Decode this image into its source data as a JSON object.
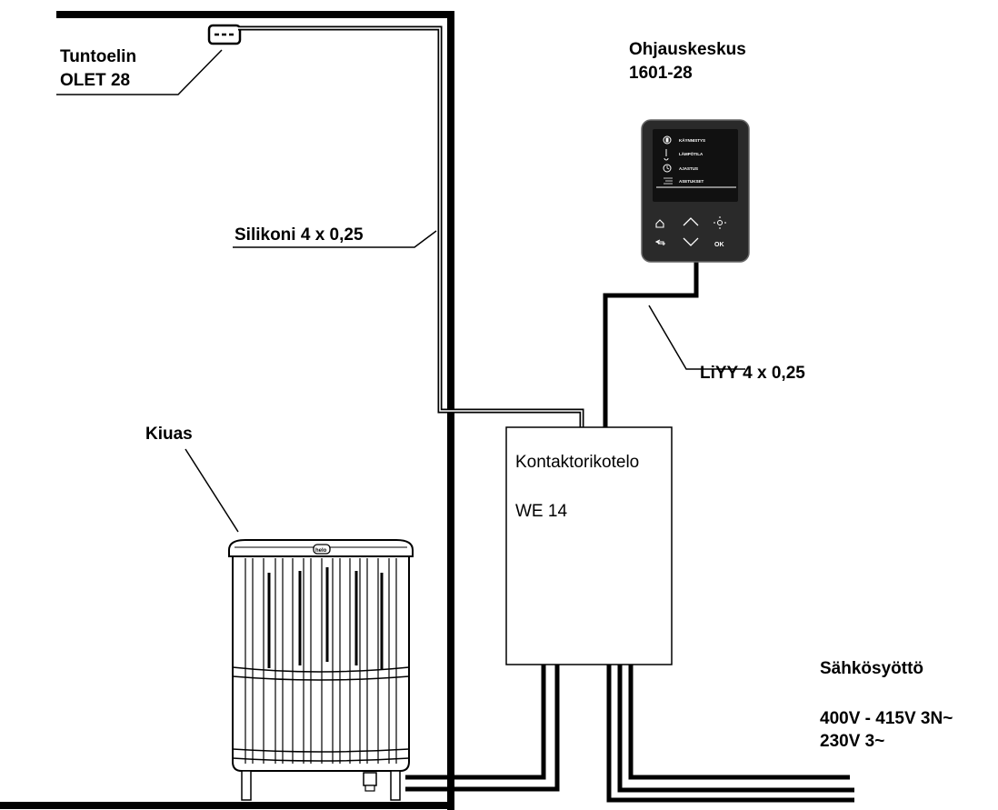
{
  "labels": {
    "sensor_line1": "Tuntoelin",
    "sensor_line2": "OLET 28",
    "control_line1": "Ohjauskeskus",
    "control_line2": "1601-28",
    "silicone_cable": "Silikoni 4 x 0,25",
    "liyy_cable": "LiYY 4 x 0,25",
    "heater": "Kiuas",
    "contactor_line1": "Kontaktorikotelo",
    "contactor_line2": "WE 14",
    "supply_title": "Sähkösyöttö",
    "supply_line1": "400V - 415V 3N~",
    "supply_line2": "230V 3~"
  },
  "control_panel": {
    "menu": [
      "KÄYNNISTYS",
      "LÄMPÖTILA",
      "AJASTUS",
      "ASETUKSET"
    ],
    "ok_label": "OK"
  },
  "heater_logo": "helo"
}
